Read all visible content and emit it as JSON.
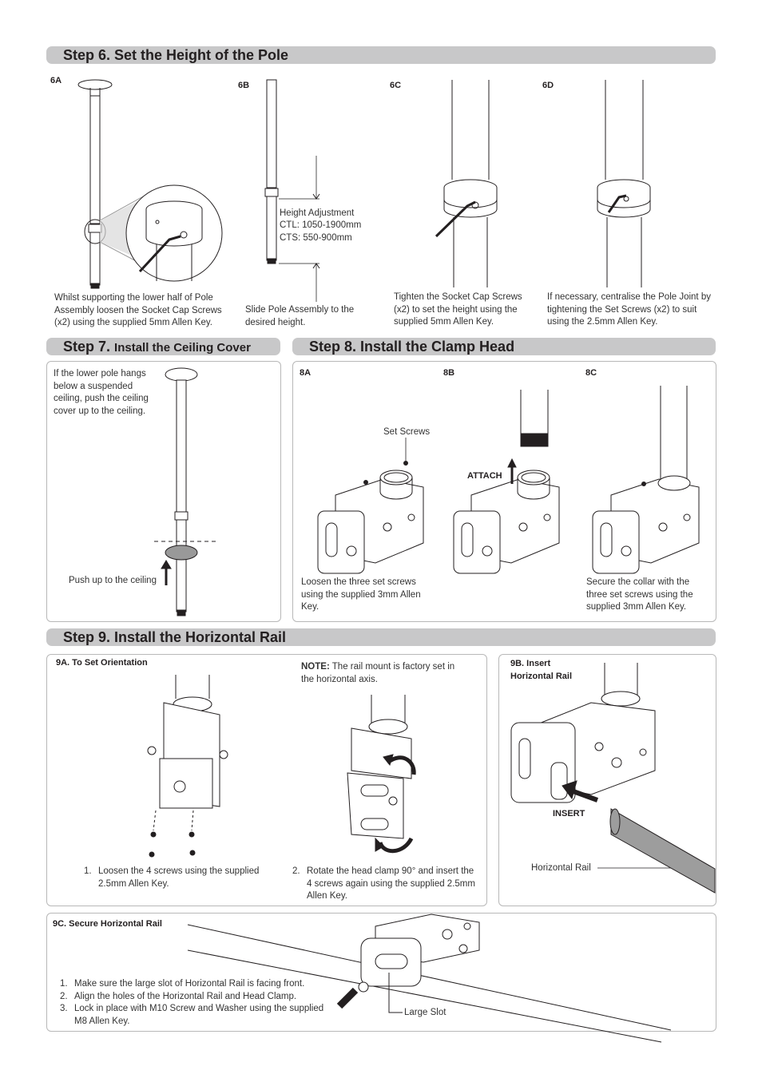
{
  "step6": {
    "title": "Step 6. Set the Height of the Pole",
    "labels": [
      "6A",
      "6B",
      "6C",
      "6D"
    ],
    "captions": [
      "Whilst supporting the lower half of Pole Assembly loosen the Socket Cap Screws (x2) using the supplied 5mm Allen Key.",
      "Slide Pole Assembly to the desired height.",
      "Tighten the Socket Cap Screws (x2) to set the  height using the supplied 5mm Allen Key.",
      "If necessary, centralise the Pole Joint by tightening the Set Screws (x2) to suit using the 2.5mm Allen Key."
    ],
    "height_adjustment": "Height Adjustment",
    "ctl": "CTL: 1050-1900mm",
    "cts": "CTS: 550-900mm"
  },
  "step7": {
    "title_main": "Step 7.",
    "title_sub": "Install the Ceiling Cover",
    "caption": "If the lower pole hangs below a suspended ceiling, push the ceiling cover up to the ceiling.",
    "push_label": "Push up to the ceiling"
  },
  "step8": {
    "title": "Step 8. Install the Clamp Head",
    "labels": [
      "8A",
      "8B",
      "8C"
    ],
    "set_screws": "Set Screws",
    "attach": "ATTACH",
    "caption_a": "Loosen the three set screws using the supplied 3mm Allen Key.",
    "caption_c": "Secure the collar with the three set screws using the supplied 3mm Allen Key."
  },
  "step9": {
    "title": "Step 9. Install the Horizontal Rail",
    "a_label": "9A. To Set Orientation",
    "note_label": "NOTE:",
    "note_text": "The rail mount is factory set in the horizontal axis.",
    "a_step1_num": "1.",
    "a_step1": "Loosen the 4 screws using the supplied 2.5mm Allen Key.",
    "a_step2_num": "2.",
    "a_step2": "Rotate the head clamp 90° and insert the 4 screws again using the supplied 2.5mm Allen Key.",
    "b_label": "9B. Insert Horizontal Rail",
    "insert": "INSERT",
    "horizontal_rail": "Horizontal Rail",
    "c_label": "9C. Secure Horizontal Rail",
    "c_steps": [
      {
        "n": "1.",
        "t": "Make sure the large slot of Horizontal Rail is facing front."
      },
      {
        "n": "2.",
        "t": "Align the holes of the Horizontal Rail and Head Clamp."
      },
      {
        "n": "3.",
        "t": "Lock in place with M10 Screw and Washer using the supplied M8 Allen Key."
      }
    ],
    "large_slot": "Large Slot"
  }
}
